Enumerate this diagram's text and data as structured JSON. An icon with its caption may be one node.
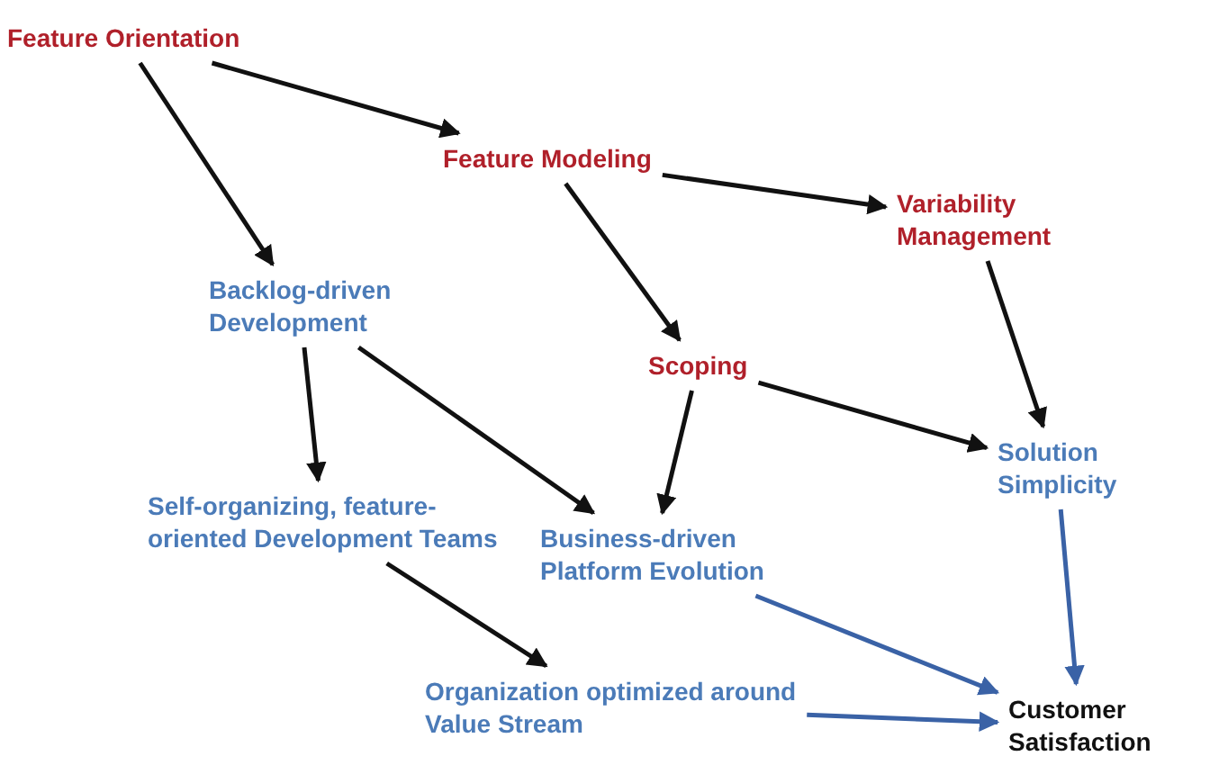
{
  "diagram": {
    "nodes": [
      {
        "text": [
          "Feature Orientation"
        ]
      },
      {
        "text": [
          "Feature Modeling"
        ]
      },
      {
        "text": [
          "Variability Management"
        ]
      },
      {
        "text": [
          "Backlog-driven Development"
        ]
      },
      {
        "text": [
          "Scoping"
        ]
      },
      {
        "text": [
          "Solution Simplicity"
        ]
      },
      {
        "text": [
          "Self-organizing, feature-oriented Development Teams"
        ]
      },
      {
        "text": [
          "Business-driven Platform Evolution"
        ]
      },
      {
        "text": [
          "Organization optimized around Value Stream"
        ]
      },
      {
        "text": [
          "Customer Satisfaction"
        ]
      }
    ],
    "edges": [
      {
        "from": 0,
        "to": 1,
        "arrow": "to"
      },
      {
        "from": 0,
        "to": 3,
        "arrow": "to"
      },
      {
        "from": 1,
        "to": 2,
        "arrow": "to"
      },
      {
        "from": 1,
        "to": 4,
        "arrow": "to"
      },
      {
        "from": 2,
        "to": 5,
        "arrow": "to"
      },
      {
        "from": 3,
        "to": 6,
        "arrow": "to"
      },
      {
        "from": 3,
        "to": 7,
        "arrow": "to"
      },
      {
        "from": 4,
        "to": 7,
        "arrow": "to"
      },
      {
        "from": 4,
        "to": 5,
        "arrow": "to"
      },
      {
        "from": 5,
        "to": 9,
        "arrow": "to",
        "color": "#3a62a6"
      },
      {
        "from": 7,
        "to": 9,
        "arrow": "to",
        "color": "#3a62a6"
      },
      {
        "from": 8,
        "to": 9,
        "arrow": "to",
        "color": "#3a62a6"
      },
      {
        "from": 6,
        "to": 8,
        "arrow": "to"
      }
    ]
  }
}
